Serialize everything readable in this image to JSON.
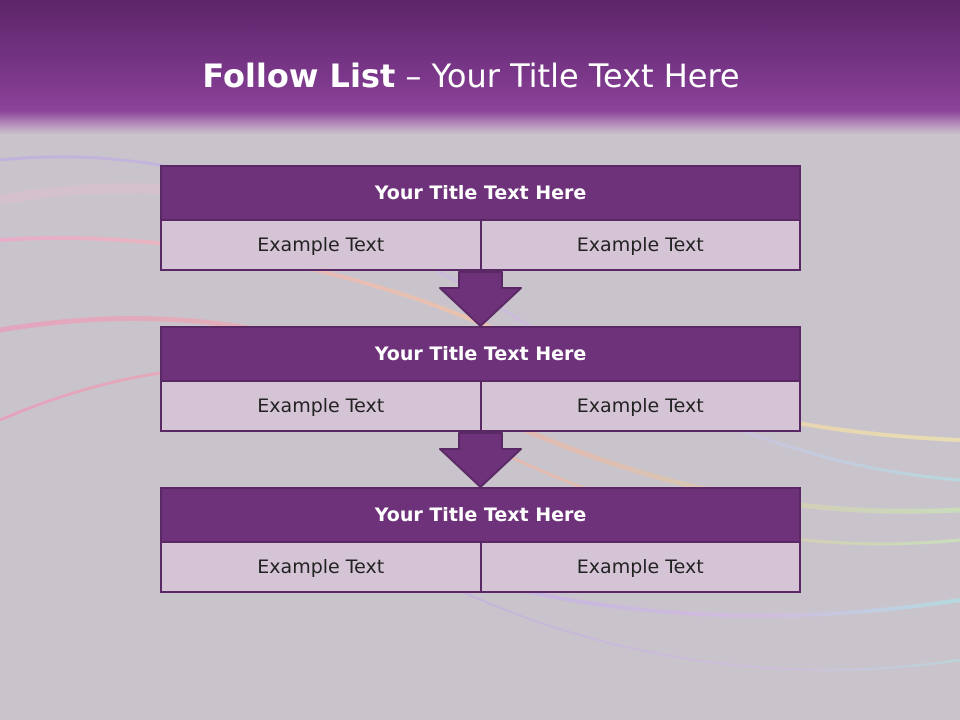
{
  "slide": {
    "title_bold": "Follow List",
    "title_rest": " – Your Title Text Here"
  },
  "blocks": [
    {
      "title": "Your Title Text Here",
      "left": "Example Text",
      "right": "Example Text"
    },
    {
      "title": "Your Title Text Here",
      "left": "Example Text",
      "right": "Example Text"
    },
    {
      "title": "Your Title Text Here",
      "left": "Example Text",
      "right": "Example Text"
    }
  ],
  "colors": {
    "header": "#7a3789",
    "block_title": "#6e327a",
    "cell": "#d4c4d6",
    "background": "#c9c4cb"
  }
}
